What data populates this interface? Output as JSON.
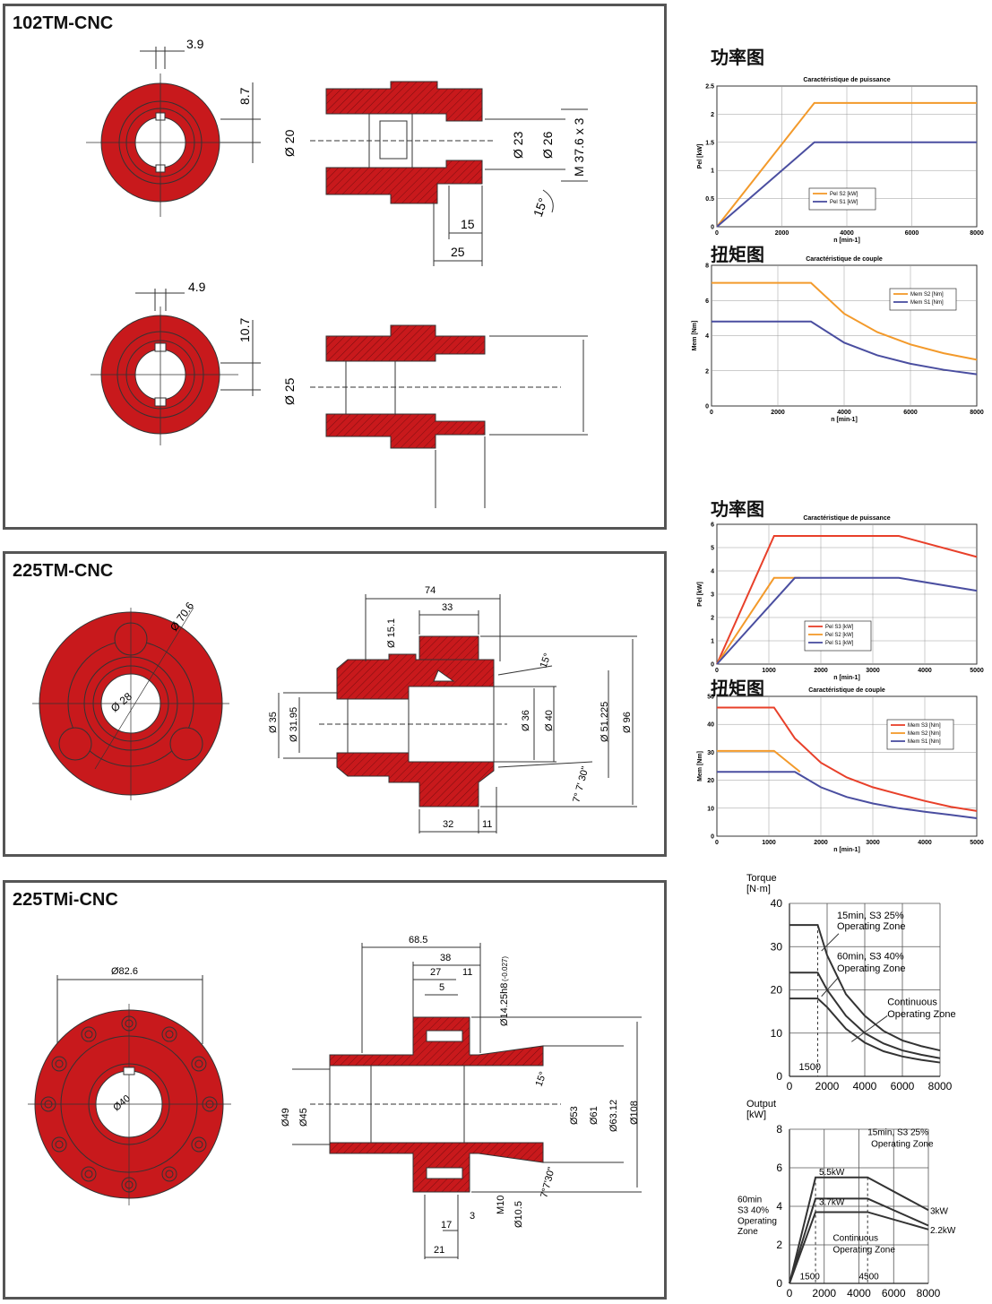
{
  "panels": [
    {
      "title": "102TM-CNC",
      "dims": {
        "top_key": "3.9",
        "top_keyh": "8.7",
        "d20": "Ø 20",
        "d23": "Ø 23",
        "d26": "Ø 26",
        "m37": "M 37.6 x 3",
        "a15": "15°",
        "l15": "15",
        "l25": "25",
        "bot_key": "4.9",
        "bot_keyh": "10.7",
        "d25": "Ø 25"
      }
    },
    {
      "title": "225TM-CNC",
      "dims": {
        "d706": "Ø 70.6",
        "d28": "Ø 28",
        "l74": "74",
        "l33": "33",
        "d151": "Ø 15.1",
        "a15": "15°",
        "d35": "Ø 35",
        "d3195": "Ø 31.95",
        "d36": "Ø 36",
        "d40": "Ø 40",
        "d51": "Ø 51.225",
        "d96": "Ø 96",
        "a7": "7° 7' 30\"",
        "l32": "32",
        "l11": "11"
      }
    },
    {
      "title": "225TMi-CNC",
      "dims": {
        "d826": "Ø82.6",
        "d40": "Ø40",
        "l685": "68.5",
        "l38": "38",
        "l27": "27",
        "l11": "11",
        "l5": "5",
        "d1425": "Ø14.25h8",
        "tol": "(-0.027)",
        "a15": "15°",
        "d49": "Ø49",
        "d45": "Ø45",
        "d53": "Ø53",
        "d61": "Ø61",
        "d6312": "Ø63.12",
        "d108": "Ø108",
        "m10": "M10",
        "d105": "Ø10.5",
        "a7": "7°7'30\"",
        "l17": "17",
        "l3": "3",
        "l21": "21"
      }
    }
  ],
  "headings": {
    "power": "功率图",
    "torque": "扭矩图"
  },
  "chart_data": [
    {
      "type": "line",
      "title": "Caractéristique de puissance",
      "xlabel": "n  [min-1]",
      "ylabel": "Pel  [kW]",
      "xlim": [
        0,
        8000
      ],
      "ylim": [
        0,
        2.5
      ],
      "xticks": [
        "0",
        "2000",
        "4000",
        "6000",
        "8000"
      ],
      "yticks": [
        "0",
        "0.5",
        "1",
        "1.5",
        "2",
        "2.5"
      ],
      "grid": true,
      "legend": "center",
      "series": [
        {
          "name": "Pel  S2 [kW]",
          "color": "#f39a2b",
          "x": [
            0,
            3000,
            8000
          ],
          "y": [
            0,
            2.2,
            2.2
          ]
        },
        {
          "name": "Pel  S1 [kW]",
          "color": "#4a4ea0",
          "x": [
            0,
            3000,
            8000
          ],
          "y": [
            0,
            1.5,
            1.5
          ]
        }
      ]
    },
    {
      "type": "line",
      "title": "Caractéristique de couple",
      "xlabel": "n  [min-1]",
      "ylabel": "Mem  [Nm]",
      "xlim": [
        0,
        8000
      ],
      "ylim": [
        0,
        8
      ],
      "xticks": [
        "0",
        "2000",
        "4000",
        "6000",
        "8000"
      ],
      "yticks": [
        "0",
        "2",
        "4",
        "6",
        "8"
      ],
      "grid": true,
      "legend": "top-right",
      "series": [
        {
          "name": "Mem  S2 [Nm]",
          "color": "#f39a2b",
          "x": [
            0,
            3000,
            4000,
            5000,
            6000,
            7000,
            8000
          ],
          "y": [
            7,
            7,
            5.25,
            4.2,
            3.5,
            3.0,
            2.63
          ]
        },
        {
          "name": "Mem  S1 [Nm]",
          "color": "#4a4ea0",
          "x": [
            0,
            3000,
            4000,
            5000,
            6000,
            7000,
            8000
          ],
          "y": [
            4.8,
            4.8,
            3.6,
            2.88,
            2.4,
            2.06,
            1.8
          ]
        }
      ]
    },
    {
      "type": "line",
      "title": "Caractéristique de puissance",
      "xlabel": "n  [min-1]",
      "ylabel": "Pel  [kW]",
      "xlim": [
        0,
        5000
      ],
      "ylim": [
        0,
        6
      ],
      "xticks": [
        "0",
        "1000",
        "2000",
        "3000",
        "4000",
        "5000"
      ],
      "yticks": [
        "0",
        "1",
        "2",
        "3",
        "4",
        "5",
        "6"
      ],
      "grid": true,
      "legend": "center-bottom",
      "series": [
        {
          "name": "Pel S3 [kW]",
          "color": "#e8402a",
          "x": [
            0,
            1100,
            3500,
            5000
          ],
          "y": [
            0,
            5.5,
            5.5,
            4.6
          ]
        },
        {
          "name": "Pel S2 [kW]",
          "color": "#f39a2b",
          "x": [
            0,
            1100,
            1600
          ],
          "y": [
            0,
            3.7,
            3.7
          ]
        },
        {
          "name": "Pel S1 [kW]",
          "color": "#4a4ea0",
          "x": [
            0,
            1500,
            3500,
            5000
          ],
          "y": [
            0,
            3.7,
            3.7,
            3.15
          ]
        }
      ]
    },
    {
      "type": "line",
      "title": "Caractéristique de couple",
      "xlabel": "n  [min-1]",
      "ylabel": "Mem  [Nm]",
      "xlim": [
        0,
        5000
      ],
      "ylim": [
        0,
        50
      ],
      "xticks": [
        "0",
        "1000",
        "2000",
        "3000",
        "4000",
        "5000"
      ],
      "yticks": [
        "0",
        "10",
        "20",
        "30",
        "40",
        "50"
      ],
      "grid": true,
      "legend": "top-right",
      "series": [
        {
          "name": "Mem S3 [Nm]",
          "color": "#e8402a",
          "x": [
            0,
            1100,
            1500,
            2000,
            2500,
            3000,
            3500,
            4000,
            4500,
            5000
          ],
          "y": [
            46,
            46,
            35,
            26.3,
            21,
            17.5,
            15,
            12.6,
            10.5,
            9
          ]
        },
        {
          "name": "Mem S2 [Nm]",
          "color": "#f39a2b",
          "x": [
            0,
            1100,
            1600
          ],
          "y": [
            30.5,
            30.5,
            23
          ]
        },
        {
          "name": "Mem S1 [Nm]",
          "color": "#4a4ea0",
          "x": [
            0,
            1500,
            2000,
            2500,
            3000,
            3500,
            4000,
            4500,
            5000
          ],
          "y": [
            23,
            23,
            17.5,
            14,
            11.7,
            10,
            8.75,
            7.6,
            6.4
          ]
        }
      ]
    },
    {
      "type": "line",
      "ylabel_line1": "Torque",
      "ylabel_line2": "[N·m]",
      "xlim": [
        0,
        8000
      ],
      "ylim": [
        0,
        40
      ],
      "xticks": [
        "0",
        "2000",
        "4000",
        "6000",
        "8000"
      ],
      "yticks": [
        "0",
        "10",
        "20",
        "30",
        "40"
      ],
      "grid": true,
      "annotations": {
        "a1a": "15min, S3 25%",
        "a1b": "Operating Zone",
        "a2a": "60min, S3 40%",
        "a2b": "Operating Zone",
        "a3a": "Continuous",
        "a3b": "Operating Zone",
        "base": "1500"
      },
      "series": [
        {
          "x": [
            0,
            1500,
            2000,
            3000,
            4000,
            5000,
            6000,
            7000,
            8000
          ],
          "y": [
            35,
            35,
            28,
            19,
            14,
            10.5,
            8.3,
            7,
            6
          ]
        },
        {
          "x": [
            0,
            1500,
            2000,
            3000,
            4000,
            5000,
            6000,
            7000,
            8000
          ],
          "y": [
            24,
            24,
            20,
            14,
            10,
            7.6,
            6,
            5,
            4.2
          ]
        },
        {
          "x": [
            0,
            1500,
            2000,
            3000,
            4000,
            5000,
            6000,
            7000,
            8000
          ],
          "y": [
            18,
            18,
            16,
            11,
            7.8,
            5.8,
            4.6,
            3.8,
            3.2
          ]
        }
      ]
    },
    {
      "type": "line",
      "ylabel_line1": "Output",
      "ylabel_line2": "[kW]",
      "xlim": [
        0,
        8000
      ],
      "ylim": [
        0,
        8
      ],
      "xticks": [
        "0",
        "2000",
        "4000",
        "6000",
        "8000"
      ],
      "yticks": [
        "0",
        "2",
        "4",
        "6",
        "8"
      ],
      "grid": true,
      "annotations": {
        "p55": "5.5kW",
        "p37": "3.7kW",
        "p3": "3kW",
        "p22": "2.2kW",
        "z1a": "15min, S3 25%",
        "z1b": "Operating Zone",
        "z2a": "60min",
        "z2b": "S3 40%",
        "z2c": "Operating",
        "z2d": "Zone",
        "z3a": "Continuous",
        "z3b": "Operating Zone",
        "b1500": "1500",
        "b4500": "4500"
      },
      "series": [
        {
          "x": [
            0,
            1500,
            4500,
            8000
          ],
          "y": [
            0,
            5.5,
            5.5,
            3.8
          ]
        },
        {
          "x": [
            0,
            1500,
            4500,
            8000
          ],
          "y": [
            0,
            4.4,
            4.4,
            3.0
          ]
        },
        {
          "x": [
            0,
            1500,
            4500,
            8000
          ],
          "y": [
            0,
            3.7,
            3.7,
            2.8
          ]
        }
      ]
    }
  ]
}
